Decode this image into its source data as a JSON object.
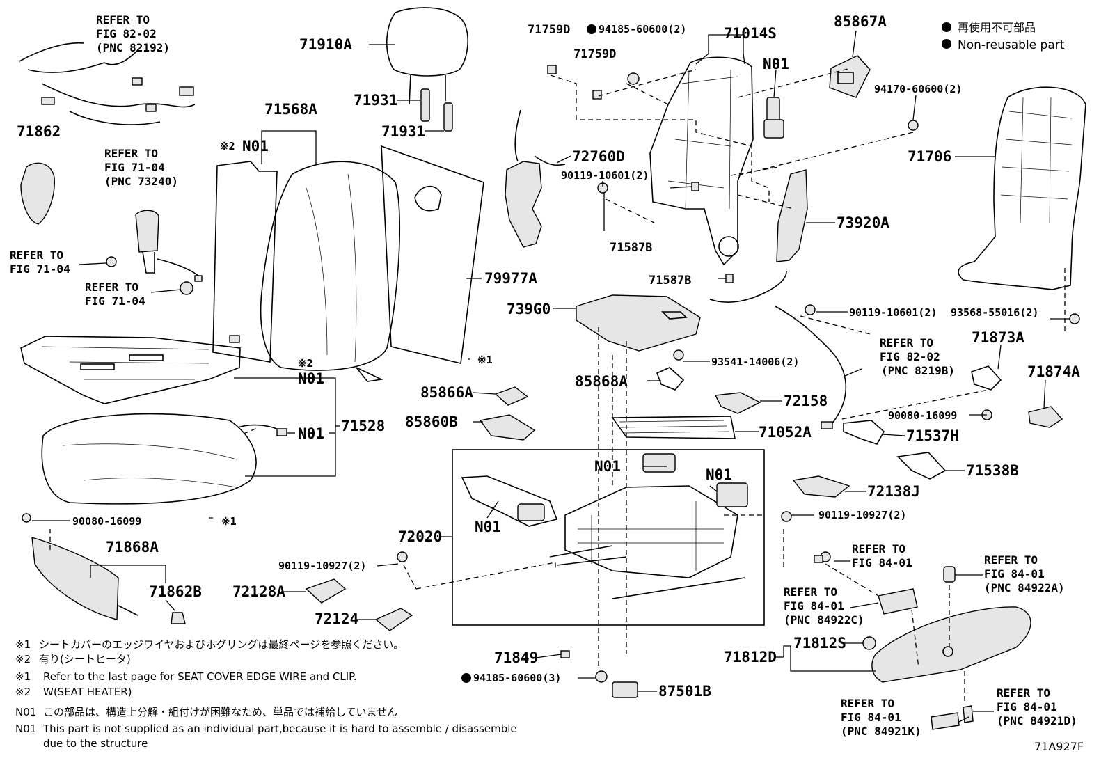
{
  "legend": {
    "jp": "再使用不可部品",
    "en": "Non-reusable part"
  },
  "diagram_id": "71A927F",
  "labels": {
    "p71910A": "71910A",
    "p71931a": "71931",
    "p71931b": "71931",
    "p71568A": "71568A",
    "n01_71568A": "N01",
    "mark2_71568A": "※2",
    "p71862": "71862",
    "p71759D_a": "71759D",
    "p71759D_b": "71759D",
    "p94185_top": "94185-60600(2)",
    "p71014S": "71014S",
    "n01_71014S": "N01",
    "p85867A": "85867A",
    "p94170": "94170-60600(2)",
    "p71706": "71706",
    "p72760D": "72760D",
    "p90119_10601_a": "90119-10601(2)",
    "p71587B_a": "71587B",
    "p71587B_b": "71587B",
    "p73920A": "73920A",
    "p79977A": "79977A",
    "p739G0": "739G0",
    "p90119_10601_b": "90119-10601(2)",
    "p93568": "93568-55016(2)",
    "p71873A": "71873A",
    "p71874A": "71874A",
    "p93541": "93541-14006(2)",
    "p85868A": "85868A",
    "p72158": "72158",
    "p85866A": "85866A",
    "p85860B": "85860B",
    "p71052A": "71052A",
    "p90080_right": "90080-16099",
    "p71537H": "71537H",
    "p71538B": "71538B",
    "p71528": "71528",
    "n01_71528a": "N01",
    "mark2_71528": "※2",
    "n01_71528b": "N01",
    "mark1_a": "※1",
    "mark1_b": "※1",
    "n01_motor1": "N01",
    "n01_motor2": "N01",
    "n01_motor3": "N01",
    "p72138J": "72138J",
    "p90119_10927_right": "90119-10927(2)",
    "p90080_left": "90080-16099",
    "p72020": "72020",
    "p71868A": "71868A",
    "p71862B": "71862B",
    "p90119_10927_left": "90119-10927(2)",
    "p72128A": "72128A",
    "p72124": "72124",
    "p71849": "71849",
    "p94185_bottom": "94185-60600(3)",
    "p87501B": "87501B",
    "p71812S": "71812S",
    "p71812D": "71812D"
  },
  "refs": {
    "r1": [
      "REFER TO",
      "FIG 82-02",
      "(PNC 82192)"
    ],
    "r2": [
      "REFER TO",
      "FIG 71-04",
      "(PNC 73240)"
    ],
    "r3": [
      "REFER TO",
      "FIG 71-04"
    ],
    "r4": [
      "REFER TO",
      "FIG 71-04"
    ],
    "r5": [
      "REFER TO",
      "FIG 82-02",
      "(PNC 8219B)"
    ],
    "r6": [
      "REFER TO",
      "FIG 84-01"
    ],
    "r7": [
      "REFER TO",
      "FIG 84-01",
      "(PNC 84922A)"
    ],
    "r8": [
      "REFER TO",
      "FIG 84-01",
      "(PNC 84922C)"
    ],
    "r9": [
      "REFER TO",
      "FIG 84-01",
      "(PNC 84921K)"
    ],
    "r10": [
      "REFER TO",
      "FIG 84-01",
      "(PNC 84921D)"
    ]
  },
  "notes": [
    {
      "mark": "※1",
      "text": "シートカバーのエッジワイヤおよびホグリングは最終ページを参照ください。"
    },
    {
      "mark": "※2",
      "text": "有り(シートヒータ)"
    },
    {
      "mark": "※1",
      "text": "Refer to the last page for SEAT COVER EDGE WIRE and CLIP."
    },
    {
      "mark": "※2",
      "text": "W(SEAT HEATER)"
    },
    {
      "mark": "N01",
      "text": "この部品は、構造上分解・組付けが困難なため、単品では補給していません"
    },
    {
      "mark": "N01",
      "text": "This part is not supplied as an individual part,because it is hard to assemble / disassemble"
    },
    {
      "mark": "",
      "text": "due to the structure"
    }
  ]
}
